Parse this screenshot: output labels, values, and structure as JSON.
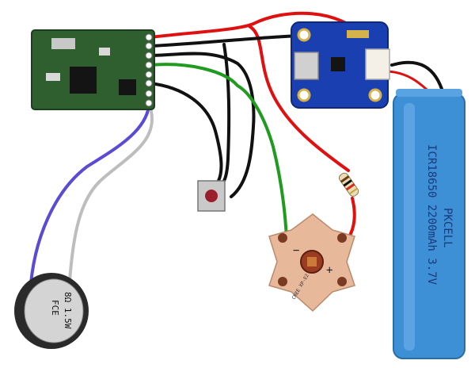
{
  "components": {
    "battery": {
      "brand": "PKCELL",
      "model": "ICR18650 2200mAh 3.7V",
      "color": "#3d8fd6"
    },
    "speaker": {
      "line1": "8Ω 1.5W",
      "line2": "FCE"
    },
    "led_star": {
      "minus": "−",
      "plus": "+",
      "label": "CREE XP-E2",
      "color": "#e8b89a"
    },
    "charger_board": {
      "color": "#1a3fb0",
      "connector_color": "#f4f0e8"
    },
    "sound_module": {
      "color": "#2f5f2f"
    },
    "push_button": {
      "color": "#c9c9c9",
      "cap_color": "#9b1e2c"
    }
  },
  "wire_colors": {
    "red": "#e01010",
    "black": "#111111",
    "green": "#1f9c1f",
    "purple": "#5a4bd6",
    "gray": "#bdbdbd"
  }
}
